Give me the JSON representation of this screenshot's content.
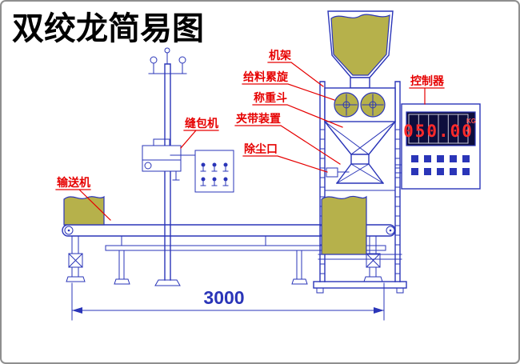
{
  "title": "双绞龙简易图",
  "labels": {
    "frame": "机架",
    "feed_screw": "给料累旋",
    "weigh_hopper": "称重斗",
    "clamp": "夹带装置",
    "dust_port": "除尘口",
    "sewing_machine": "缝包机",
    "conveyor": "输送机",
    "controller": "控制器"
  },
  "display": {
    "value": "050.00",
    "unit": "KG"
  },
  "dimension": {
    "length": "3000"
  },
  "colors": {
    "line_blue": "#2a35b8",
    "material_yellow": "#b6b14b",
    "label_red": "#e60000",
    "digit_red": "#ff2a2a",
    "display_bg": "#0d0d3d"
  }
}
